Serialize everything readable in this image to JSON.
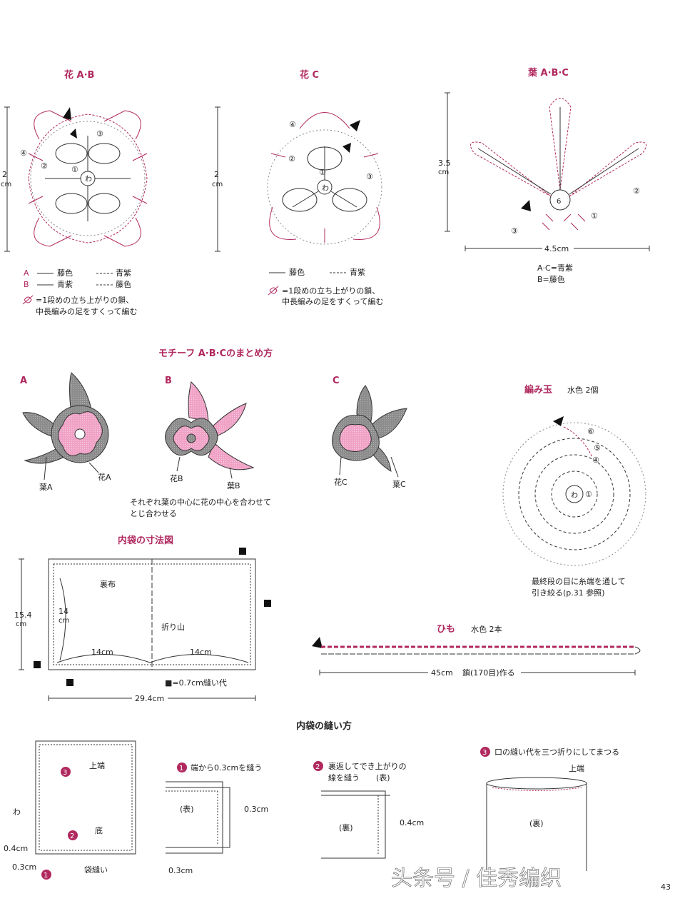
{
  "titles": {
    "flower_ab": "花 A·B",
    "flower_c": "花 C",
    "leaf_abc": "葉 A·B·C",
    "motif_assembly": "モチーフ A·B·Cのまとめ方",
    "ball": "編み玉",
    "ball_spec": "水色 2個",
    "inner_bag_size": "内袋の寸法図",
    "cord": "ひも",
    "cord_spec": "水色 2本",
    "sewing": "内袋の縫い方"
  },
  "flower_ab": {
    "height": "2",
    "unit": "cm",
    "rounds": [
      "①",
      "②",
      "③",
      "④"
    ],
    "center": "わ",
    "legend": [
      {
        "key": "A",
        "solid": "藤色",
        "dashed": "青紫"
      },
      {
        "key": "B",
        "solid": "青紫",
        "dashed": "藤色"
      }
    ],
    "note1": "=1段めの立ち上がりの鎖、",
    "note2": "中長編みの足をすくって編む"
  },
  "flower_c": {
    "height": "2",
    "unit": "cm",
    "rounds": [
      "①",
      "②",
      "③",
      "④"
    ],
    "center": "わ",
    "legend_solid": "藤色",
    "legend_dashed": "青紫",
    "note1": "=1段めの立ち上がりの鎖、",
    "note2": "中長編みの足をすくって編む"
  },
  "leaf": {
    "height": "3.5",
    "unit": "cm",
    "width": "4.5cm",
    "rounds": [
      "①",
      "②",
      "③"
    ],
    "center": "6",
    "colors1": "A·C=青紫",
    "colors2": "B=藤色"
  },
  "motifs": {
    "labels": [
      "A",
      "B",
      "C"
    ],
    "leaf_a": "葉A",
    "flower_a": "花A",
    "flower_b": "花B",
    "leaf_b": "葉B",
    "flower_c": "花C",
    "leaf_c": "葉C",
    "note1": "それぞれ葉の中心に花の中心を合わせて",
    "note2": "とじ合わせる"
  },
  "ball": {
    "rounds": [
      "①",
      "④",
      "⑤",
      "⑥"
    ],
    "center": "わ",
    "note1": "最終段の目に糸端を通して",
    "note2": "引き絞る(p.31 参照)"
  },
  "inner_bag": {
    "lining": "裏布",
    "fold": "折り山",
    "height_total_a": "15.4",
    "height_total_b": "cm",
    "height_a": "14",
    "height_b": "cm",
    "half_w1": "14cm",
    "half_w2": "14cm",
    "total_w": "29.4cm",
    "seam": "■=0.7cm縫い代"
  },
  "cord": {
    "length": "45cm",
    "spec": "鎖(170目)作る"
  },
  "steps": {
    "step1": "端から0.3cmを縫う",
    "step2a": "裏返してでき上がりの",
    "step2b": "線を縫う",
    "step3": "口の縫い代を三つ折りにしてまつる",
    "top_edge": "上端",
    "fold_w": "わ",
    "bottom": "底",
    "side_seam": "袋縫い",
    "m04": "0.4cm",
    "m03a": "0.3cm",
    "m03b": "0.3cm",
    "m03c": "0.3cm",
    "m04b": "0.4cm",
    "front": "(表)",
    "front2": "(表)",
    "back": "(裏)",
    "back2": "(裏)",
    "num1": "1",
    "num2": "2",
    "num3": "3"
  },
  "page_number": "43",
  "watermark": "头条号 / 佳秀编织",
  "colors": {
    "accent": "#b0285e",
    "pink": "#f2a7c8",
    "gray": "#9a9a9a",
    "line": "#333333"
  }
}
